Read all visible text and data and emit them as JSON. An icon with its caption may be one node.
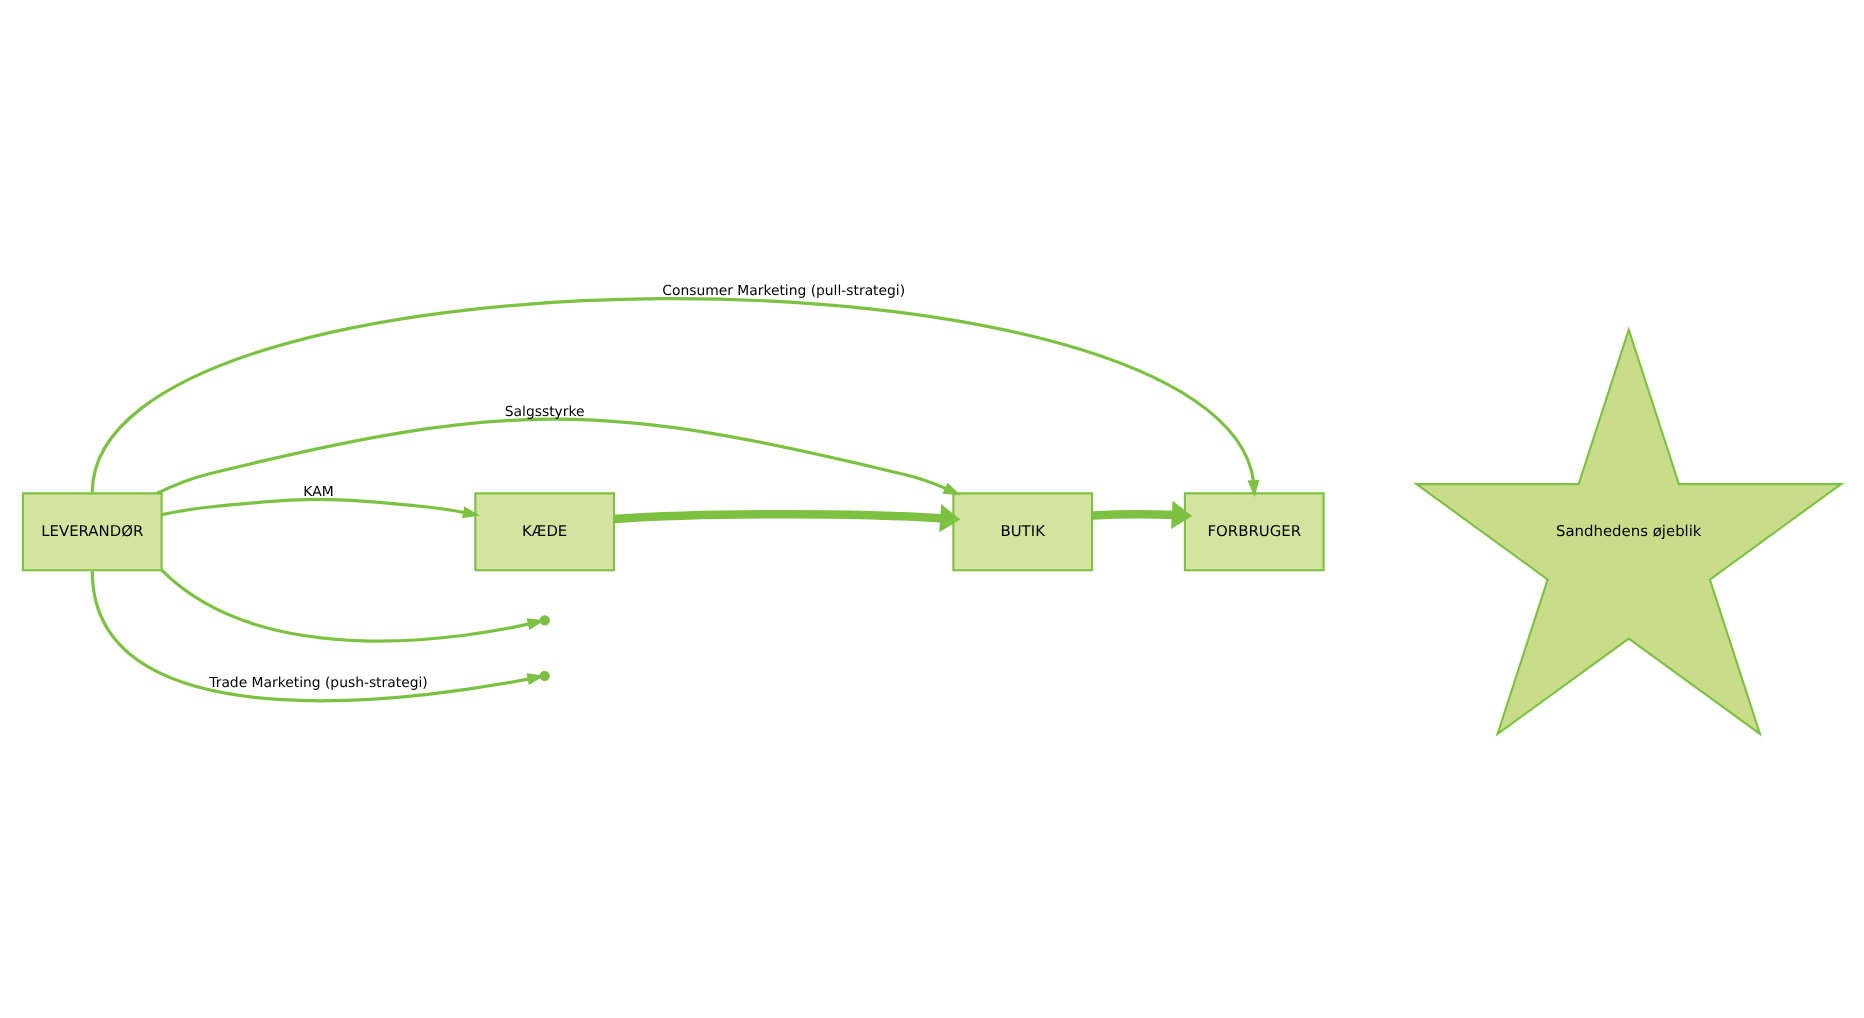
{
  "diagram": {
    "nodes": [
      {
        "text": [
          "LEVERANDØR"
        ]
      },
      {
        "text": [
          "KÆDE"
        ]
      },
      {
        "text": [
          "BUTIK"
        ]
      },
      {
        "text": [
          "FORBRUGER"
        ]
      },
      {
        "text": [
          "Sandhedens øjeblik"
        ]
      }
    ],
    "edges": [
      {
        "from": 0,
        "to": 3,
        "arrow": "to",
        "label": "Consumer Marketing (pull-strategi)"
      },
      {
        "from": 0,
        "to": 1,
        "arrow": "to",
        "label": "KAM"
      },
      {
        "from": 0,
        "to": 2,
        "arrow": "to",
        "label": "Salgsstyrke"
      },
      {
        "from": 0,
        "to": null,
        "arrow": "to",
        "label": "Trade Marketing (push-strategi)"
      },
      {
        "from": 0,
        "to": null,
        "arrow": "to"
      },
      {
        "from": 1,
        "to": 2,
        "arrow": "to",
        "style": "thick"
      },
      {
        "from": 2,
        "to": 3,
        "arrow": "to",
        "style": "thick"
      }
    ]
  }
}
